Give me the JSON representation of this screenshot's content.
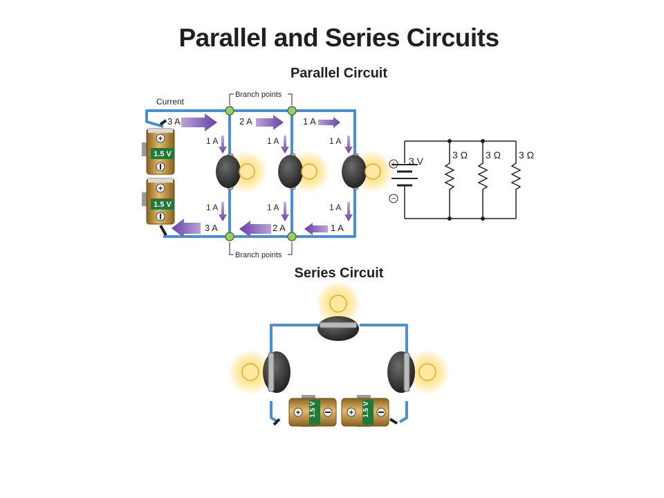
{
  "title": "Parallel and Series Circuits",
  "parallel": {
    "heading": "Parallel Circuit",
    "current_label": "Current",
    "branch_points_top": "Branch points",
    "branch_points_bottom": "Branch points",
    "top_currents": [
      "3 A",
      "2 A",
      "1 A"
    ],
    "bottom_currents": [
      "3 A",
      "2 A",
      "1 A"
    ],
    "branch_currents_upper": [
      "1 A",
      "1 A",
      "1 A"
    ],
    "branch_currents_lower": [
      "1 A",
      "1 A",
      "1 A"
    ],
    "battery_labels": [
      "1.5 V",
      "1.5 V"
    ]
  },
  "schematic": {
    "voltage": "3 V",
    "resistors": [
      "3 Ω",
      "3 Ω",
      "3 Ω"
    ],
    "plus": "+",
    "minus": "−"
  },
  "series": {
    "heading": "Series Circuit",
    "battery_labels": [
      "1.5 V",
      "1.5 V"
    ]
  },
  "colors": {
    "wire": "#4a90d0",
    "arrow": "#7b4fae",
    "battery": "#c99a45",
    "label_green": "#1f7a3a",
    "node": "#9ccc65"
  }
}
